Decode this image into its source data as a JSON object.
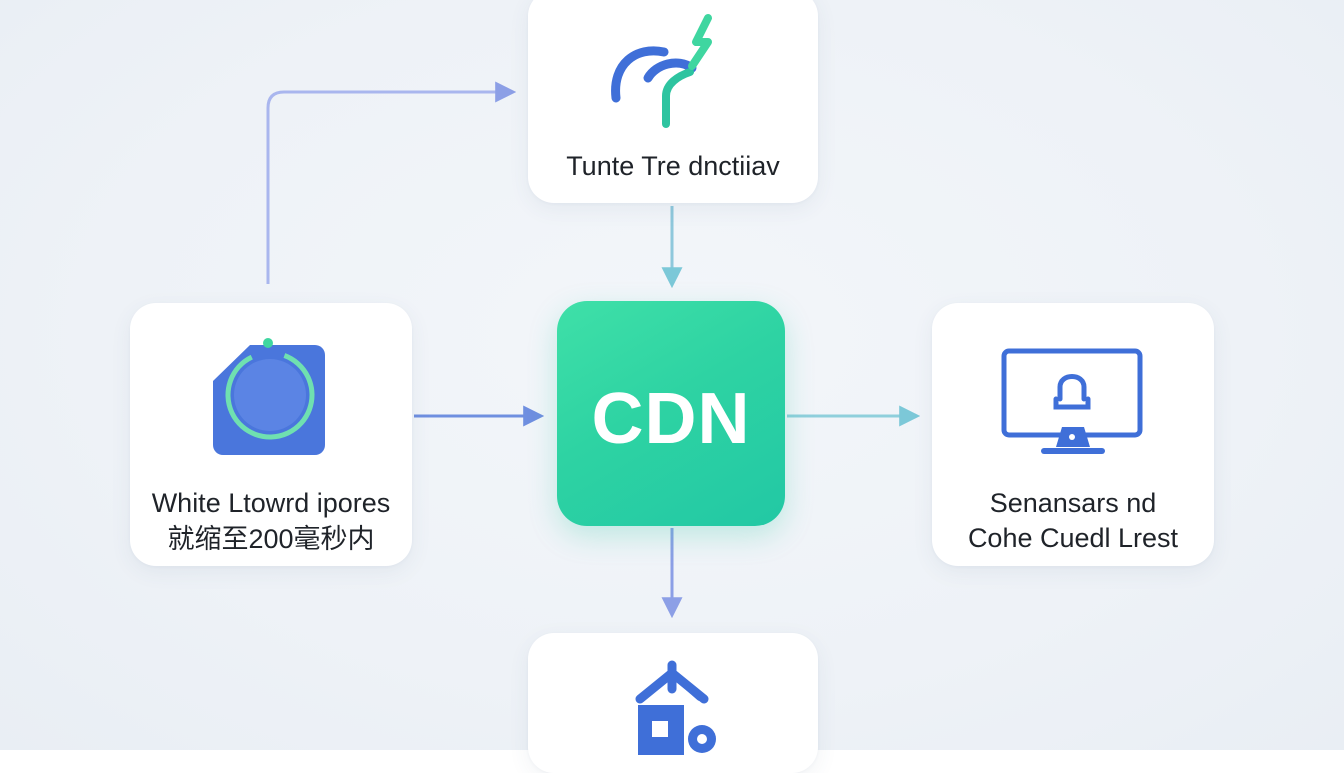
{
  "nodes": {
    "top": {
      "label": "Tunte Tre dnctiiav",
      "icon": "hand-lightning-icon"
    },
    "left": {
      "line1": "White Ltowrd ipores",
      "line2": "就缩至200毫秒内",
      "icon": "gauge-icon"
    },
    "center": {
      "label": "CDN"
    },
    "right": {
      "line1": "Senansars nd",
      "line2": "Cohe Cuedl Lrest",
      "icon": "monitor-lock-icon"
    },
    "bottom": {
      "icon": "server-rack-icon"
    }
  },
  "colors": {
    "cdn_gradient_start": "#3fe0a8",
    "cdn_gradient_end": "#22c8a4",
    "connector_purple": "#8c9fe6",
    "connector_blue": "#6f8fe0",
    "connector_teal": "#7cc8d8",
    "icon_blue": "#3f6fd8",
    "icon_green": "#3fd6a0"
  }
}
